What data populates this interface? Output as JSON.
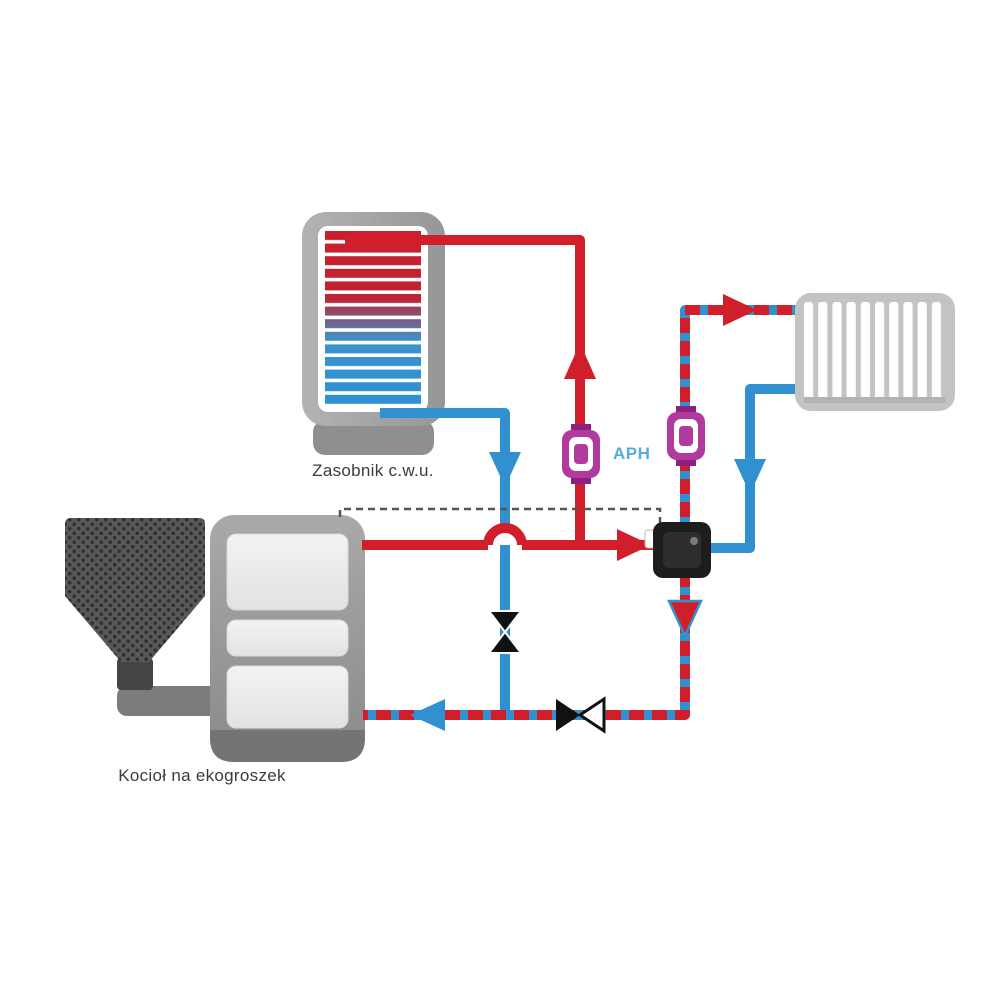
{
  "diagram": {
    "type": "heating-system-schematic",
    "labels": {
      "tank": "Zasobnik c.w.u.",
      "boiler": "Kocioł na ekogroszek",
      "pump_aph": "APH"
    },
    "colors": {
      "hot": "#d01f2a",
      "cold": "#3191d0",
      "pump_body": "#b13a9e",
      "pump_dark": "#8c2180",
      "valve": "#111111",
      "label": "#3c3c3c",
      "aph": "#56ace0",
      "control": "#555555"
    },
    "components": [
      "dhw-tank",
      "solid-fuel-boiler",
      "fuel-hopper",
      "panel-radiator",
      "circulation-pump-aph",
      "circulation-pump-heating",
      "mixing-valve",
      "check-valve",
      "shut-off-valve",
      "control-cable"
    ]
  }
}
